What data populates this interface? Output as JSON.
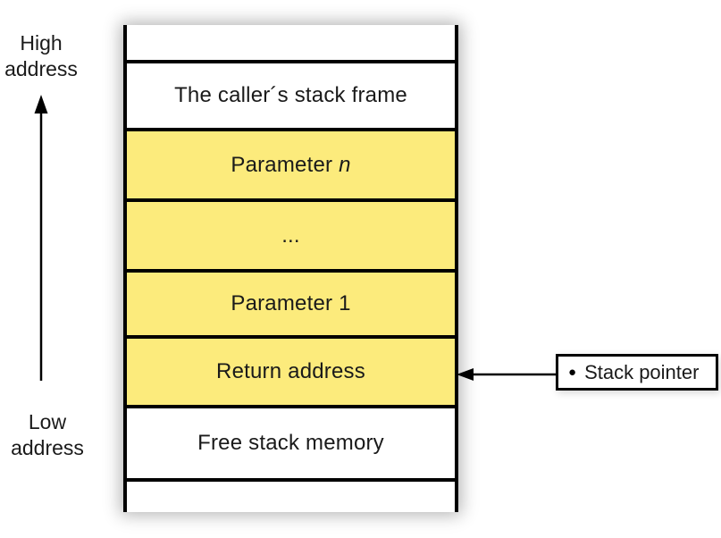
{
  "colors": {
    "section_yellow": "#FCEB7C",
    "section_white": "#FFFFFF",
    "line_black": "#000000",
    "text": "#1a1a1a"
  },
  "left_labels": {
    "high": {
      "line1": "High",
      "line2": "address"
    },
    "low": {
      "line1": "Low",
      "line2": "address"
    }
  },
  "stack": {
    "sections": [
      {
        "text": "The caller´s stack frame",
        "italic": "",
        "fill": "white"
      },
      {
        "text": "Parameter ",
        "italic": "n",
        "fill": "yellow"
      },
      {
        "text": "...",
        "italic": "",
        "fill": "yellow"
      },
      {
        "text": "Parameter 1",
        "italic": "",
        "fill": "yellow"
      },
      {
        "text": "Return address",
        "italic": "",
        "fill": "yellow"
      },
      {
        "text": "Free stack memory",
        "italic": "",
        "fill": "white"
      }
    ]
  },
  "pointer": {
    "bullet": "●",
    "label": "Stack pointer"
  },
  "icons": {
    "up_arrow": "up-arrow",
    "left_arrow": "left-arrow",
    "bullet_dot": "bullet-dot"
  }
}
